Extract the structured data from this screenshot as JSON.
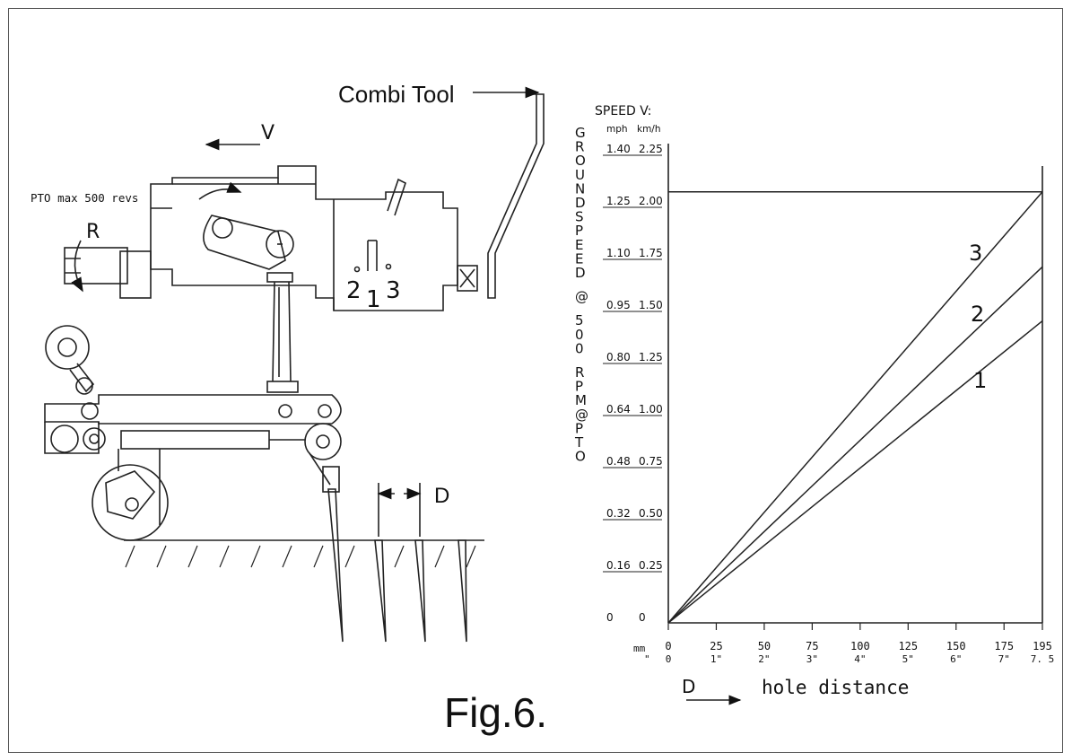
{
  "figure_title": "Fig.6.",
  "machine": {
    "combi_tool_label": "Combi Tool",
    "speed_symbol": "V",
    "pto_note": "PTO max 500 revs",
    "rotation_symbol": "R",
    "gear_positions": [
      "2",
      "1",
      "3"
    ],
    "distance_symbol": "D"
  },
  "chart": {
    "speed_header": "SPEED V:",
    "unit_mph": "mph",
    "unit_kmh": "km/h",
    "y_axis_title_letters": [
      "G",
      "R",
      "O",
      "U",
      "N",
      "D",
      "S",
      "P",
      "E",
      "E",
      "D",
      "",
      "@",
      "",
      "5",
      "0",
      "0",
      "",
      "R",
      "P",
      "M",
      "@",
      "P",
      "T",
      "O"
    ],
    "x_unit_mm": "mm",
    "x_unit_inch": "\"",
    "x_axis_symbol": "D",
    "x_axis_label": "hole distance",
    "y_ticks": [
      {
        "mph": "0",
        "kmh": "0"
      },
      {
        "mph": "0.16",
        "kmh": "0.25"
      },
      {
        "mph": "0.32",
        "kmh": "0.50"
      },
      {
        "mph": "0.48",
        "kmh": "0.75"
      },
      {
        "mph": "0.64",
        "kmh": "1.00"
      },
      {
        "mph": "0.80",
        "kmh": "1.25"
      },
      {
        "mph": "0.95",
        "kmh": "1.50"
      },
      {
        "mph": "1.10",
        "kmh": "1.75"
      },
      {
        "mph": "1.25",
        "kmh": "2.00"
      },
      {
        "mph": "1.40",
        "kmh": "2.25"
      }
    ],
    "x_ticks": [
      {
        "mm": "0",
        "inch": "0"
      },
      {
        "mm": "25",
        "inch": "1\""
      },
      {
        "mm": "50",
        "inch": "2\""
      },
      {
        "mm": "75",
        "inch": "3\""
      },
      {
        "mm": "100",
        "inch": "4\""
      },
      {
        "mm": "125",
        "inch": "5\""
      },
      {
        "mm": "150",
        "inch": "6\""
      },
      {
        "mm": "175",
        "inch": "7\""
      },
      {
        "mm": "195",
        "inch": "7. 5"
      }
    ],
    "series": [
      {
        "name": "3",
        "end_kmh": 2.07
      },
      {
        "name": "2",
        "end_kmh": 1.71
      },
      {
        "name": "1",
        "end_kmh": 1.45
      }
    ],
    "limit_kmh": 2.07,
    "x_max_mm": 195
  }
}
